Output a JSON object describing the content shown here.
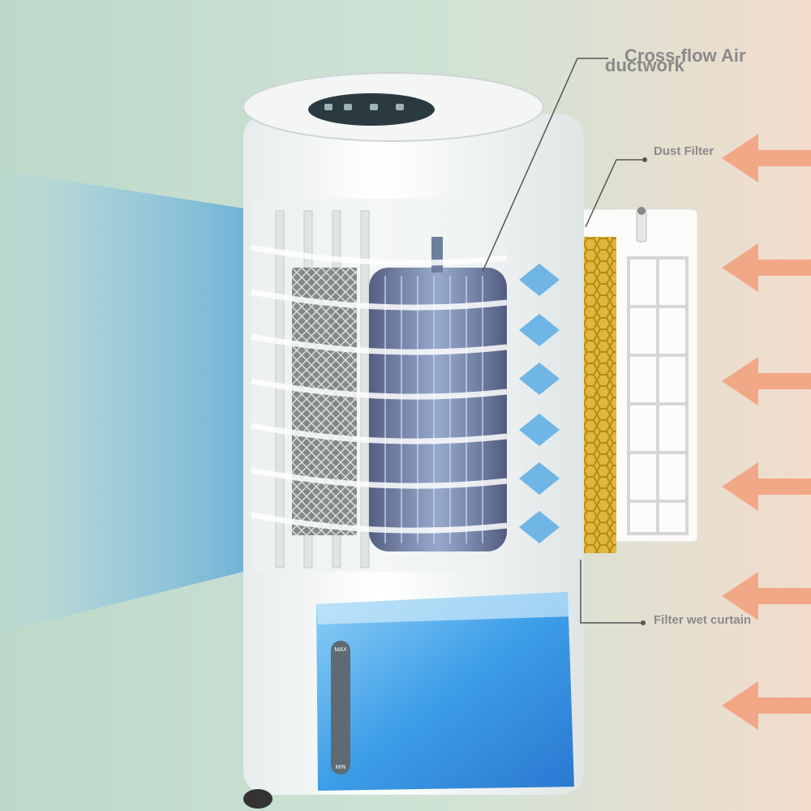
{
  "labels": {
    "airway_line1": "Cross-flow Air",
    "airway_line2": "ductwork",
    "dust_filter": "Dust Filter",
    "wet_curtain": "Filter wet curtain"
  },
  "panel_display": {
    "icons": [
      "power-icon",
      "mode-icon",
      "timer-icon",
      "speed-icon"
    ]
  },
  "tank_gauge": {
    "max_label": "MAX",
    "min_label": "MIN"
  },
  "colors": {
    "background": "#b9d8c7",
    "warm_arrows": "#f2a27f",
    "cool_air": "#5fa9d6",
    "wet_curtain": "#d9b33a",
    "water": "#3d9ee8",
    "body": "#ffffff"
  }
}
